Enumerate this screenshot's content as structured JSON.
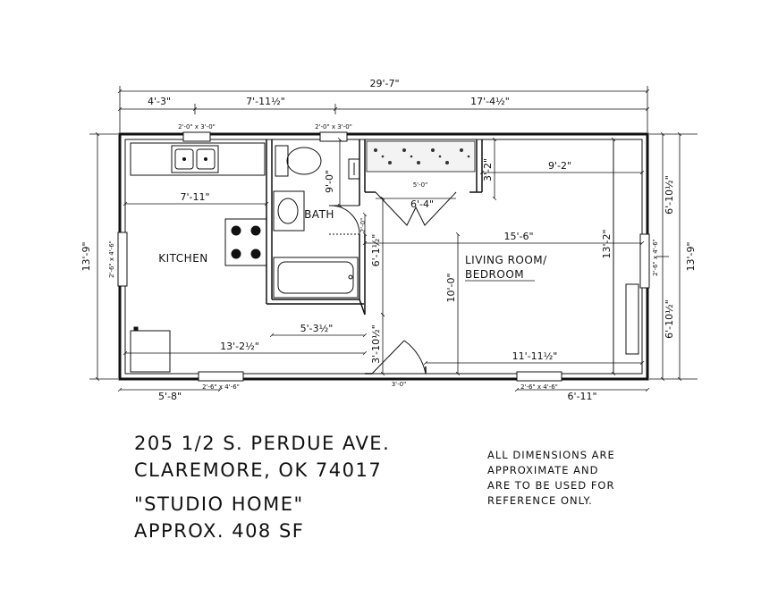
{
  "overall": {
    "width": "29'-7\"",
    "depth": "13'-9\""
  },
  "segments_top": [
    "4'-3\"",
    "7'-11½\"",
    "17'-4½\""
  ],
  "windows": {
    "kitchen_top": "2'-0\" x 3'-0\"",
    "bath_top": "2'-0\" x 3'-0\"",
    "kitchen_left": "2'-6\" x 4'-6\"",
    "kitchen_bottom": "2'-6\" x 4'-6\"",
    "living_bottom": "2'-6\" x 4'-6\"",
    "living_right": "2'-6\" x 4'-6\""
  },
  "dims_inner": {
    "kitchen_width": "7'-11\"",
    "kitchen_lower": "13'-2½\"",
    "bath_hall": "5'-3½\"",
    "bath_toilet": "9'-0\"",
    "closet_width": "5'-0\"",
    "closet_door": "6'-4\"",
    "closet_depth": "3'-2\"",
    "bath_door": "2'-0\"",
    "living_top": "9'-2\"",
    "living_width": "15'-6\"",
    "living_height": "13'-2\"",
    "living_depth": "10'-0\"",
    "wall_run": "6'-1½\"",
    "entry_side": "3'-10½\"",
    "entry_door": "3'-0\"",
    "living_bottom": "11'-11½\""
  },
  "dims_bottom": {
    "left": "5'-8\"",
    "right": "6'-11\""
  },
  "dims_right": {
    "upper": "6'-10½\"",
    "lower": "6'-10½\"",
    "total": "13'-9\""
  },
  "rooms": {
    "kitchen": "KITCHEN",
    "bath": "BATH",
    "living_line1": "LIVING ROOM/",
    "living_line2": "BEDROOM"
  },
  "info": {
    "address_line1": "205 1/2 S. PERDUE AVE.",
    "address_line2": "CLAREMORE, OK 74017",
    "home_name": "\"STUDIO HOME\"",
    "area": "APPROX. 408 SF"
  },
  "note": {
    "line1": "ALL DIMENSIONS ARE",
    "line2": "APPROXIMATE AND",
    "line3": "ARE TO BE USED FOR",
    "line4": "REFERENCE ONLY."
  }
}
